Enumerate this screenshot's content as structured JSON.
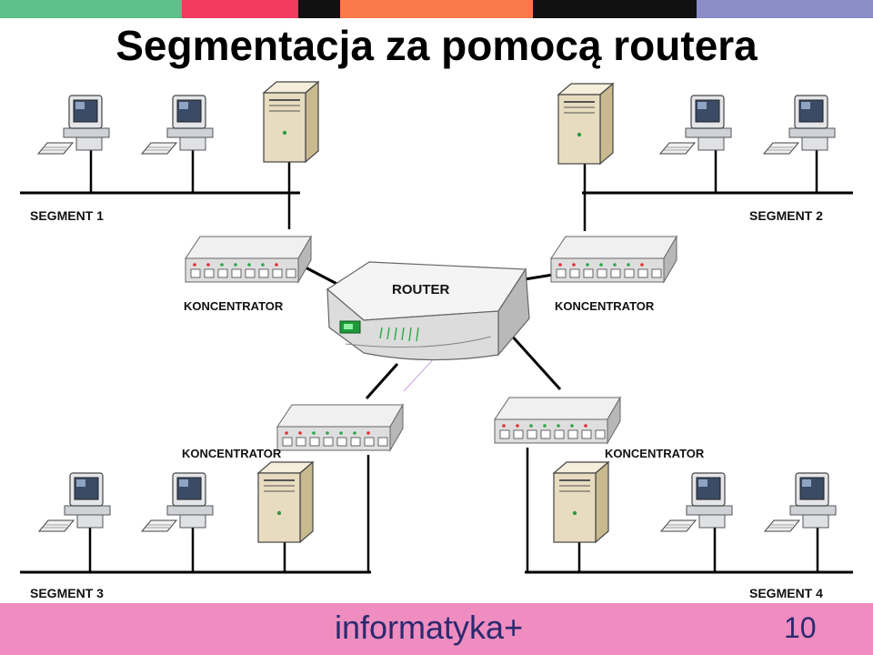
{
  "slide": {
    "title": "Segmentacja za pomocą routera",
    "page_number": "10",
    "brand": "informatyka+"
  },
  "topbar_colors": [
    "#5cc08a",
    "#f23a5f",
    "#111111",
    "#fa7a4a",
    "#111111",
    "#8b8ec6"
  ],
  "diagram": {
    "segments": [
      "SEGMENT 1",
      "SEGMENT 2",
      "SEGMENT 3",
      "SEGMENT 4"
    ],
    "router_label": "ROUTER",
    "hubs": [
      "KONCENTRATOR",
      "KONCENTRATOR",
      "KONCENTRATOR",
      "KONCENTRATOR"
    ]
  },
  "colors": {
    "footer": "#ef8cc0",
    "brand_text": "#2a2a6e",
    "server": "#e8dcc0"
  }
}
